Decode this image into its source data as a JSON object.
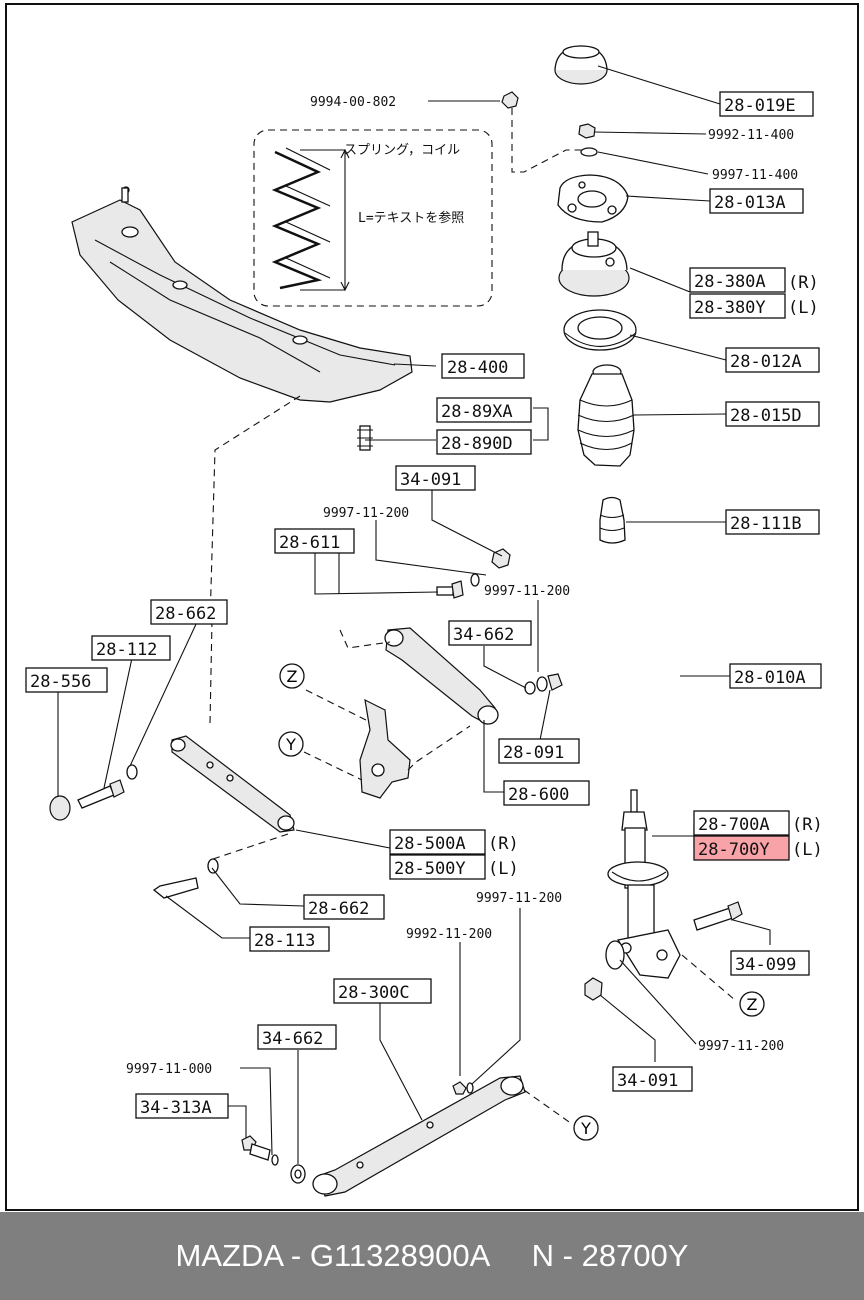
{
  "diagram": {
    "labels": {
      "p28019E": "28-019E",
      "p9992_11_400": "9992-11-400",
      "p9997_11_400": "9997-11-400",
      "p28013A": "28-013A",
      "p28380A": "28-380A",
      "p28380Y": "28-380Y",
      "sideR": "(R)",
      "sideL": "(L)",
      "p28012A": "28-012A",
      "p28015D": "28-015D",
      "p28111B": "28-111B",
      "p28010A": "28-010A",
      "p28700A": "28-700A",
      "p28700Y": "28-700Y",
      "p34099": "34-099",
      "zmark": "Z",
      "ymark": "Y",
      "p9997_11_200": "9997-11-200",
      "p34091": "34-091",
      "p9994_00_802": "9994-00-802",
      "spring_note": "スプリング，コイル",
      "length_note": "L=テキストを参照",
      "p28400": "28-400",
      "p2889XA": "28-89XA",
      "p28890D": "28-890D",
      "p28611": "28-611",
      "p28662": "28-662",
      "p34662": "34-662",
      "p28112": "28-112",
      "p28556": "28-556",
      "p28091": "28-091",
      "p28600": "28-600",
      "p28500A": "28-500A",
      "p28500Y": "28-500Y",
      "p28113": "28-113",
      "p9992_11_200": "9992-11-200",
      "p28300C": "28-300C",
      "p9997_11_000": "9997-11-000",
      "p34313A": "34-313A"
    }
  },
  "footer": {
    "text": "MAZDA - G11328900A     N - 28700Y"
  }
}
